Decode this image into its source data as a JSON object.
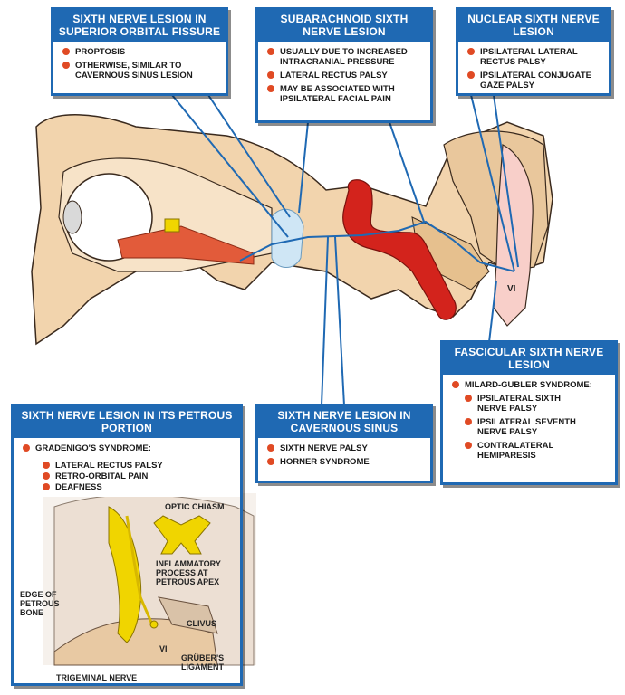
{
  "colors": {
    "accent": "#1f69b3",
    "bullet": "#e04a24",
    "bone": "#f2d4ad",
    "artery": "#d3231c",
    "nerve": "#f0d500"
  },
  "boxes": {
    "superior_orbital": {
      "title": "SIXTH NERVE LESION IN SUPERIOR ORBITAL FISSURE",
      "items": [
        "PROPTOSIS",
        "OTHERWISE, SIMILAR TO\nCAVERNOUS SINUS LESION"
      ]
    },
    "subarachnoid": {
      "title": "SUBARACHNOID SIXTH NERVE LESION",
      "items": [
        "USUALLY DUE TO INCREASED\nINTRACRANIAL PRESSURE",
        "LATERAL RECTUS PALSY",
        "MAY BE ASSOCIATED WITH\nIPSILATERAL FACIAL PAIN"
      ]
    },
    "nuclear": {
      "title": "NUCLEAR SIXTH NERVE LESION",
      "items": [
        "IPSILATERAL LATERAL\nRECTUS PALSY",
        "IPSILATERAL CONJUGATE\nGAZE PALSY"
      ]
    },
    "fascicular": {
      "title": "FASCICULAR SIXTH NERVE LESION",
      "items": [
        "MILARD-GUBLER SYNDROME:",
        "IPSILATERAL SIXTH\nNERVE PALSY",
        "IPSILATERAL SEVENTH\nNERVE PALSY",
        "CONTRALATERAL\nHEMIPARESIS"
      ]
    },
    "cavernous": {
      "title": "SIXTH NERVE LESION IN CAVERNOUS SINUS",
      "items": [
        "SIXTH NERVE PALSY",
        "HORNER SYNDROME"
      ]
    },
    "petrous": {
      "title": "SIXTH NERVE LESION IN ITS PETROUS PORTION",
      "items": [
        "GRADENIGO'S SYNDROME:"
      ],
      "subitems": [
        "LATERAL RECTUS PALSY",
        "RETRO-ORBITAL PAIN",
        "DEAFNESS"
      ]
    }
  },
  "labels": {
    "vi_main": "VI",
    "optic_chiasm": "OPTIC CHIASM",
    "inflammatory": "INFLAMMATORY\nPROCESS AT\nPETROUS APEX",
    "edge": "EDGE OF\nPETROUS\nBONE",
    "clivus": "CLIVUS",
    "vi_inset": "VI",
    "gruber": "GRÜBER'S\nLIGAMENT",
    "trigeminal": "TRIGEMINAL NERVE"
  }
}
